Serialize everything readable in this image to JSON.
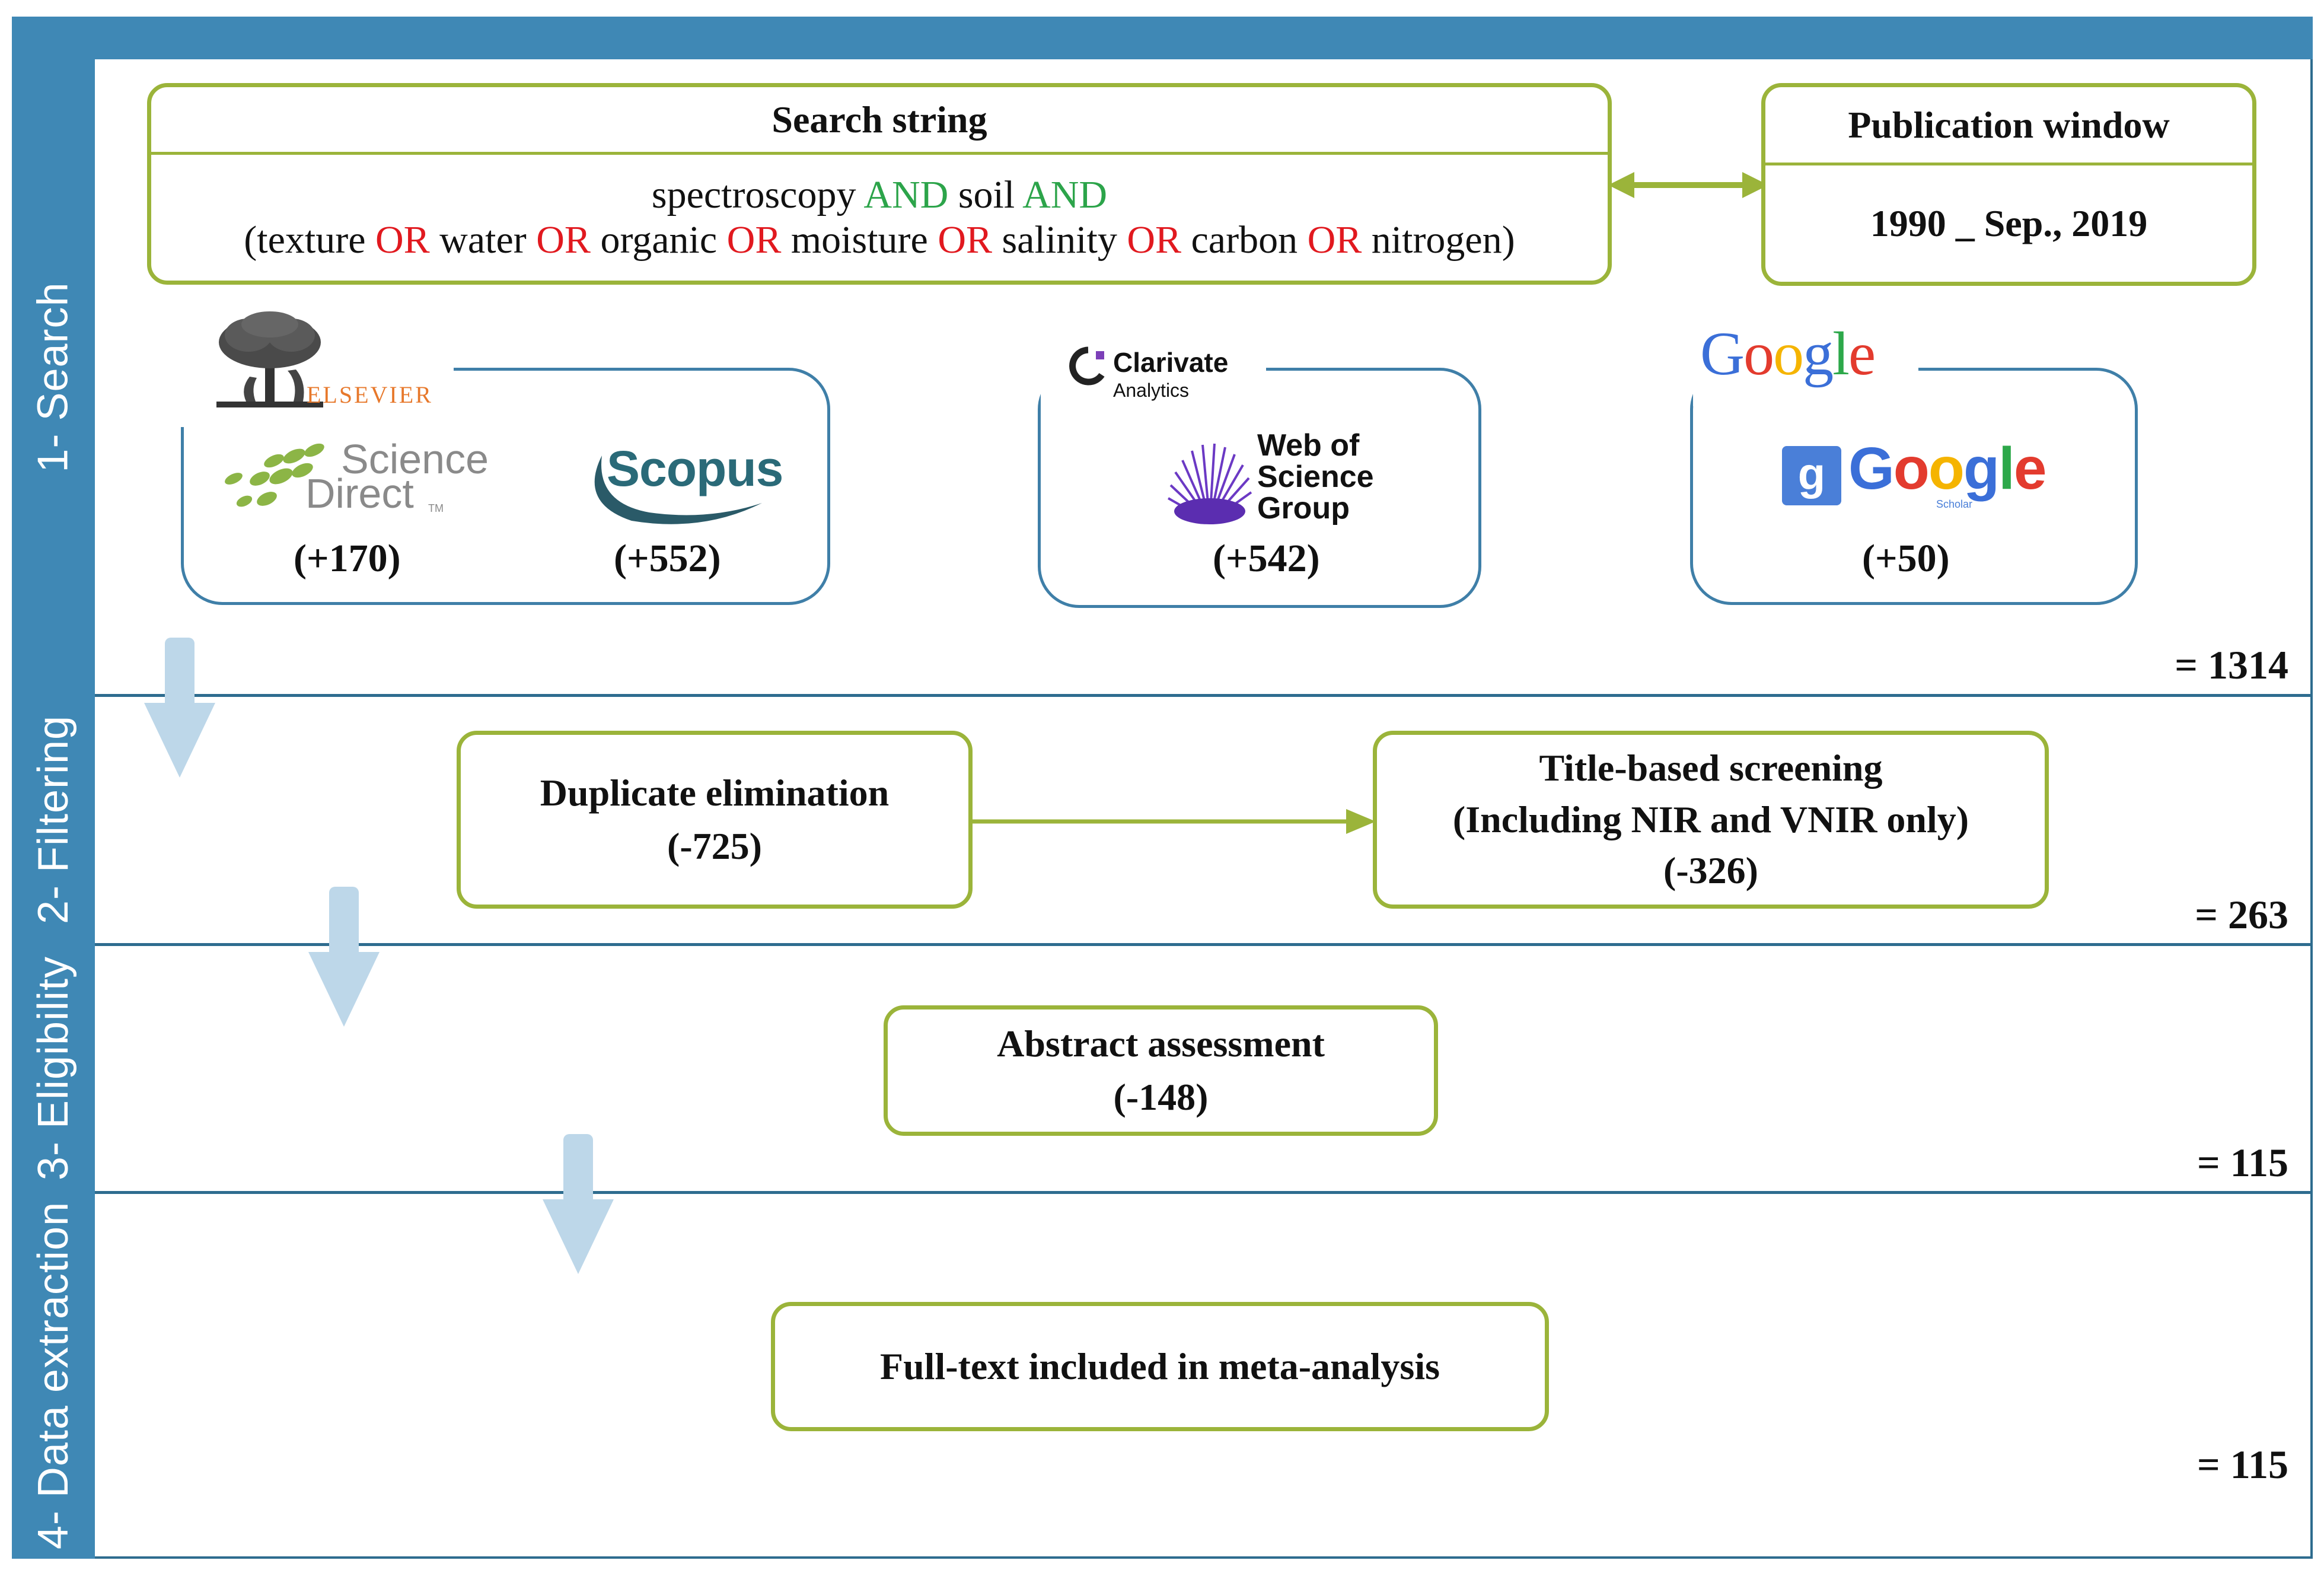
{
  "stages": [
    {
      "label": "1- Search"
    },
    {
      "label": "2- Filtering"
    },
    {
      "label": "3- Eligibility"
    },
    {
      "label": "4- Data extraction"
    }
  ],
  "search": {
    "string_title": "Search string",
    "query_line1": [
      {
        "t": "spectroscopy ",
        "c": "term"
      },
      {
        "t": "AND",
        "c": "and"
      },
      {
        "t": " soil ",
        "c": "term"
      },
      {
        "t": "AND",
        "c": "and"
      }
    ],
    "query_line2": [
      {
        "t": "(texture ",
        "c": "term"
      },
      {
        "t": "OR",
        "c": "or"
      },
      {
        "t": " water ",
        "c": "term"
      },
      {
        "t": "OR",
        "c": "or"
      },
      {
        "t": " organic ",
        "c": "term"
      },
      {
        "t": "OR",
        "c": "or"
      },
      {
        "t": " moisture ",
        "c": "term"
      },
      {
        "t": "OR",
        "c": "or"
      },
      {
        "t": " salinity ",
        "c": "term"
      },
      {
        "t": "OR",
        "c": "or"
      },
      {
        "t": " carbon ",
        "c": "term"
      },
      {
        "t": "OR",
        "c": "or"
      },
      {
        "t": " nitrogen)",
        "c": "term"
      }
    ],
    "window_title": "Publication window",
    "window_value": "1990 _ Sep., 2019",
    "publishers": {
      "elsevier": "ELSEVIER",
      "clarivate": "Clarivate",
      "clarivate_sub": "Analytics",
      "google": [
        "G",
        "o",
        "o",
        "g",
        "l",
        "e"
      ]
    },
    "databases": {
      "sciencedirect_line1": "Science",
      "sciencedirect_line2": "Direct",
      "sciencedirect_tm": "TM",
      "sciencedirect_count": "(+170)",
      "scopus": "Scopus",
      "scopus_count": "(+552)",
      "wos_line1": "Web of",
      "wos_line2": "Science",
      "wos_line3": "Group",
      "wos_count": "(+542)",
      "scholar_badge": "g",
      "scholar_word": [
        "G",
        "o",
        "o",
        "g",
        "l",
        "e"
      ],
      "scholar_sub": "Scholar",
      "scholar_count": "(+50)"
    },
    "total": "= 1314"
  },
  "filtering": {
    "duplicate_title": "Duplicate elimination",
    "duplicate_count": "(-725)",
    "title_screen_line1": "Title-based screening",
    "title_screen_line2": "(Including NIR and VNIR only)",
    "title_screen_count": "(-326)",
    "total": "= 263"
  },
  "eligibility": {
    "abstract_title": "Abstract assessment",
    "abstract_count": "(-148)",
    "total": "= 115"
  },
  "extraction": {
    "fulltext_title": "Full-text included in meta-analysis",
    "total": "= 115"
  },
  "colors": {
    "band": "#3f88b5",
    "box_border": "#9bb43a",
    "db_border": "#3f7fa8",
    "and_operator": "#2ca44a",
    "or_operator": "#e1191f",
    "arrow": "#bdd7e9"
  }
}
